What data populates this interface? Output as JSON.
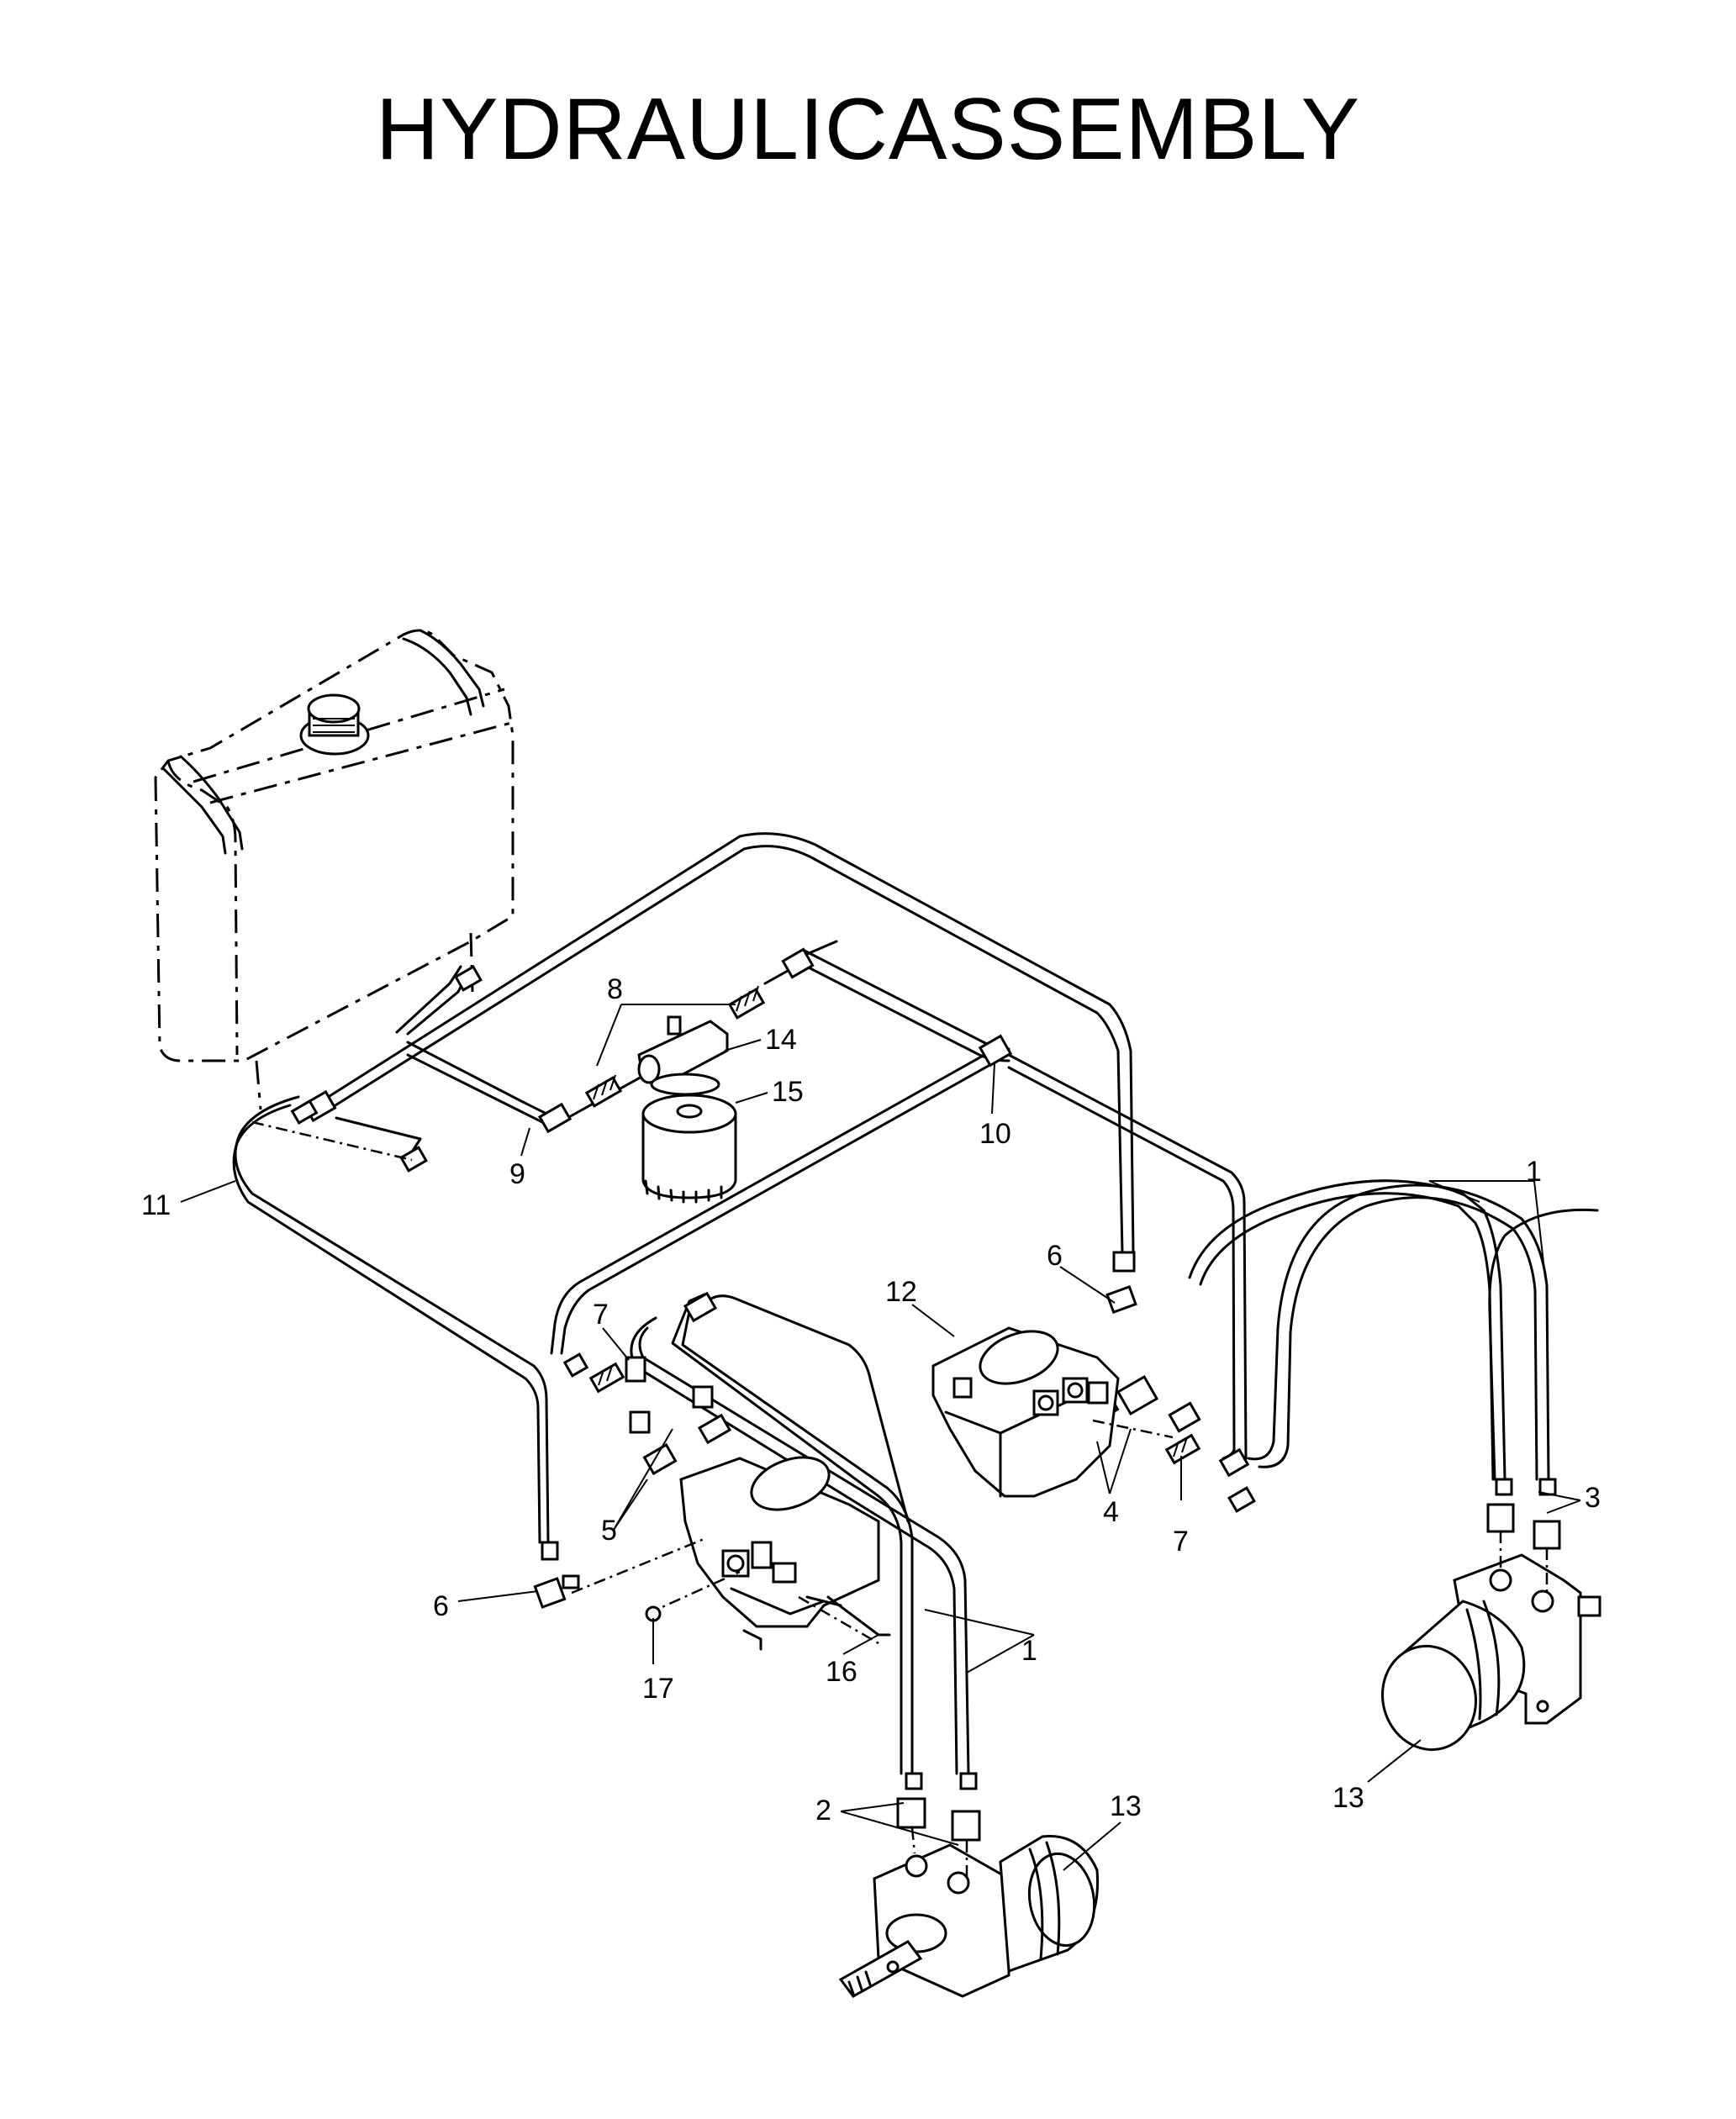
{
  "title": "HYDRAULICASSEMBLY",
  "callouts": [
    {
      "id": "c1a",
      "label": "1"
    },
    {
      "id": "c1b",
      "label": "1"
    },
    {
      "id": "c2",
      "label": "2"
    },
    {
      "id": "c3",
      "label": "3"
    },
    {
      "id": "c4",
      "label": "4"
    },
    {
      "id": "c5",
      "label": "5"
    },
    {
      "id": "c6a",
      "label": "6"
    },
    {
      "id": "c6b",
      "label": "6"
    },
    {
      "id": "c7a",
      "label": "7"
    },
    {
      "id": "c7b",
      "label": "7"
    },
    {
      "id": "c8",
      "label": "8"
    },
    {
      "id": "c9",
      "label": "9"
    },
    {
      "id": "c10",
      "label": "10"
    },
    {
      "id": "c11",
      "label": "11"
    },
    {
      "id": "c12",
      "label": "12"
    },
    {
      "id": "c13a",
      "label": "13"
    },
    {
      "id": "c13b",
      "label": "13"
    },
    {
      "id": "c14",
      "label": "14"
    },
    {
      "id": "c15",
      "label": "15"
    },
    {
      "id": "c16",
      "label": "16"
    },
    {
      "id": "c17",
      "label": "17"
    }
  ]
}
